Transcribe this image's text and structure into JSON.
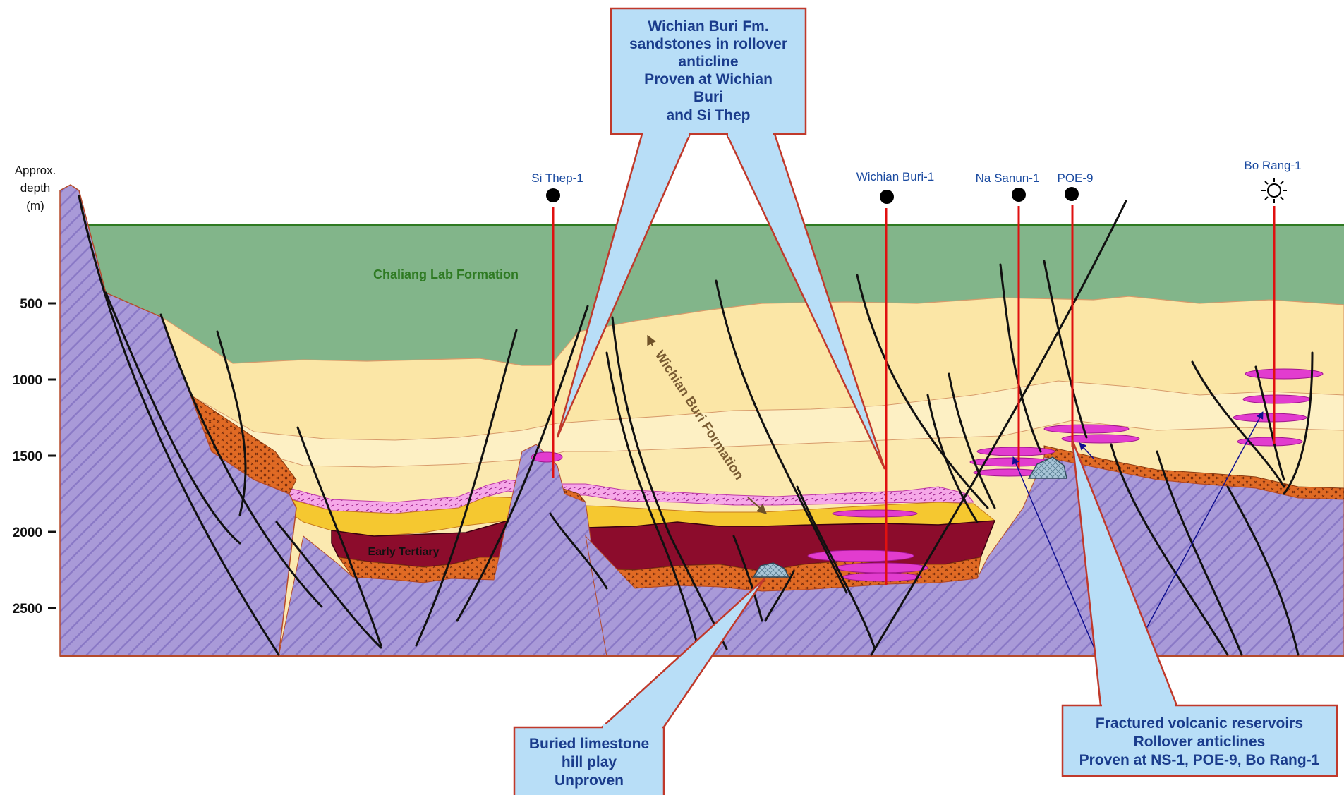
{
  "axis": {
    "title_lines": [
      "Approx.",
      "depth",
      "(m)"
    ],
    "ticks": [
      "500",
      "1000",
      "1500",
      "2000",
      "2500"
    ]
  },
  "formations": {
    "chaliang_lab": "Chaliang Lab Formation",
    "wichian_buri": "Wichian Buri Formation",
    "early_tertiary": "Early Tertiary"
  },
  "wells": [
    {
      "name": "Si Thep-1",
      "symbol": "oil-well-dot"
    },
    {
      "name": "Wichian Buri-1",
      "symbol": "oil-well-dot"
    },
    {
      "name": "Na Sanun-1",
      "symbol": "oil-well-dot"
    },
    {
      "name": "POE-9",
      "symbol": "oil-well-dot"
    },
    {
      "name": "Bo Rang-1",
      "symbol": "gas-well-sun-icon"
    }
  ],
  "callouts": {
    "top": [
      "Wichian Buri Fm.",
      "sandstones in rollover",
      "anticline",
      "Proven at Wichian",
      "Buri",
      "and Si Thep"
    ],
    "bottom_left": [
      "Buried limestone",
      "hill play",
      "Unproven"
    ],
    "bottom_right": [
      "Fractured volcanic reservoirs",
      "Rollover anticlines",
      "Proven at NS-1, POE-9, Bo Rang-1"
    ]
  },
  "colors": {
    "chaliang_green": "#82b58a",
    "sand_light": "#fbe9a8",
    "sand_pale": "#fdf1c2",
    "sand_mid": "#f8d98c",
    "yellow": "#f5c830",
    "early_tertiary": "#8c0c2c",
    "orange": "#df6a24",
    "basement": "#a797d6",
    "magenta": "#e23ccf",
    "callout_fill": "#b8def7",
    "callout_border": "#c0392b",
    "well_line": "#e01010"
  }
}
